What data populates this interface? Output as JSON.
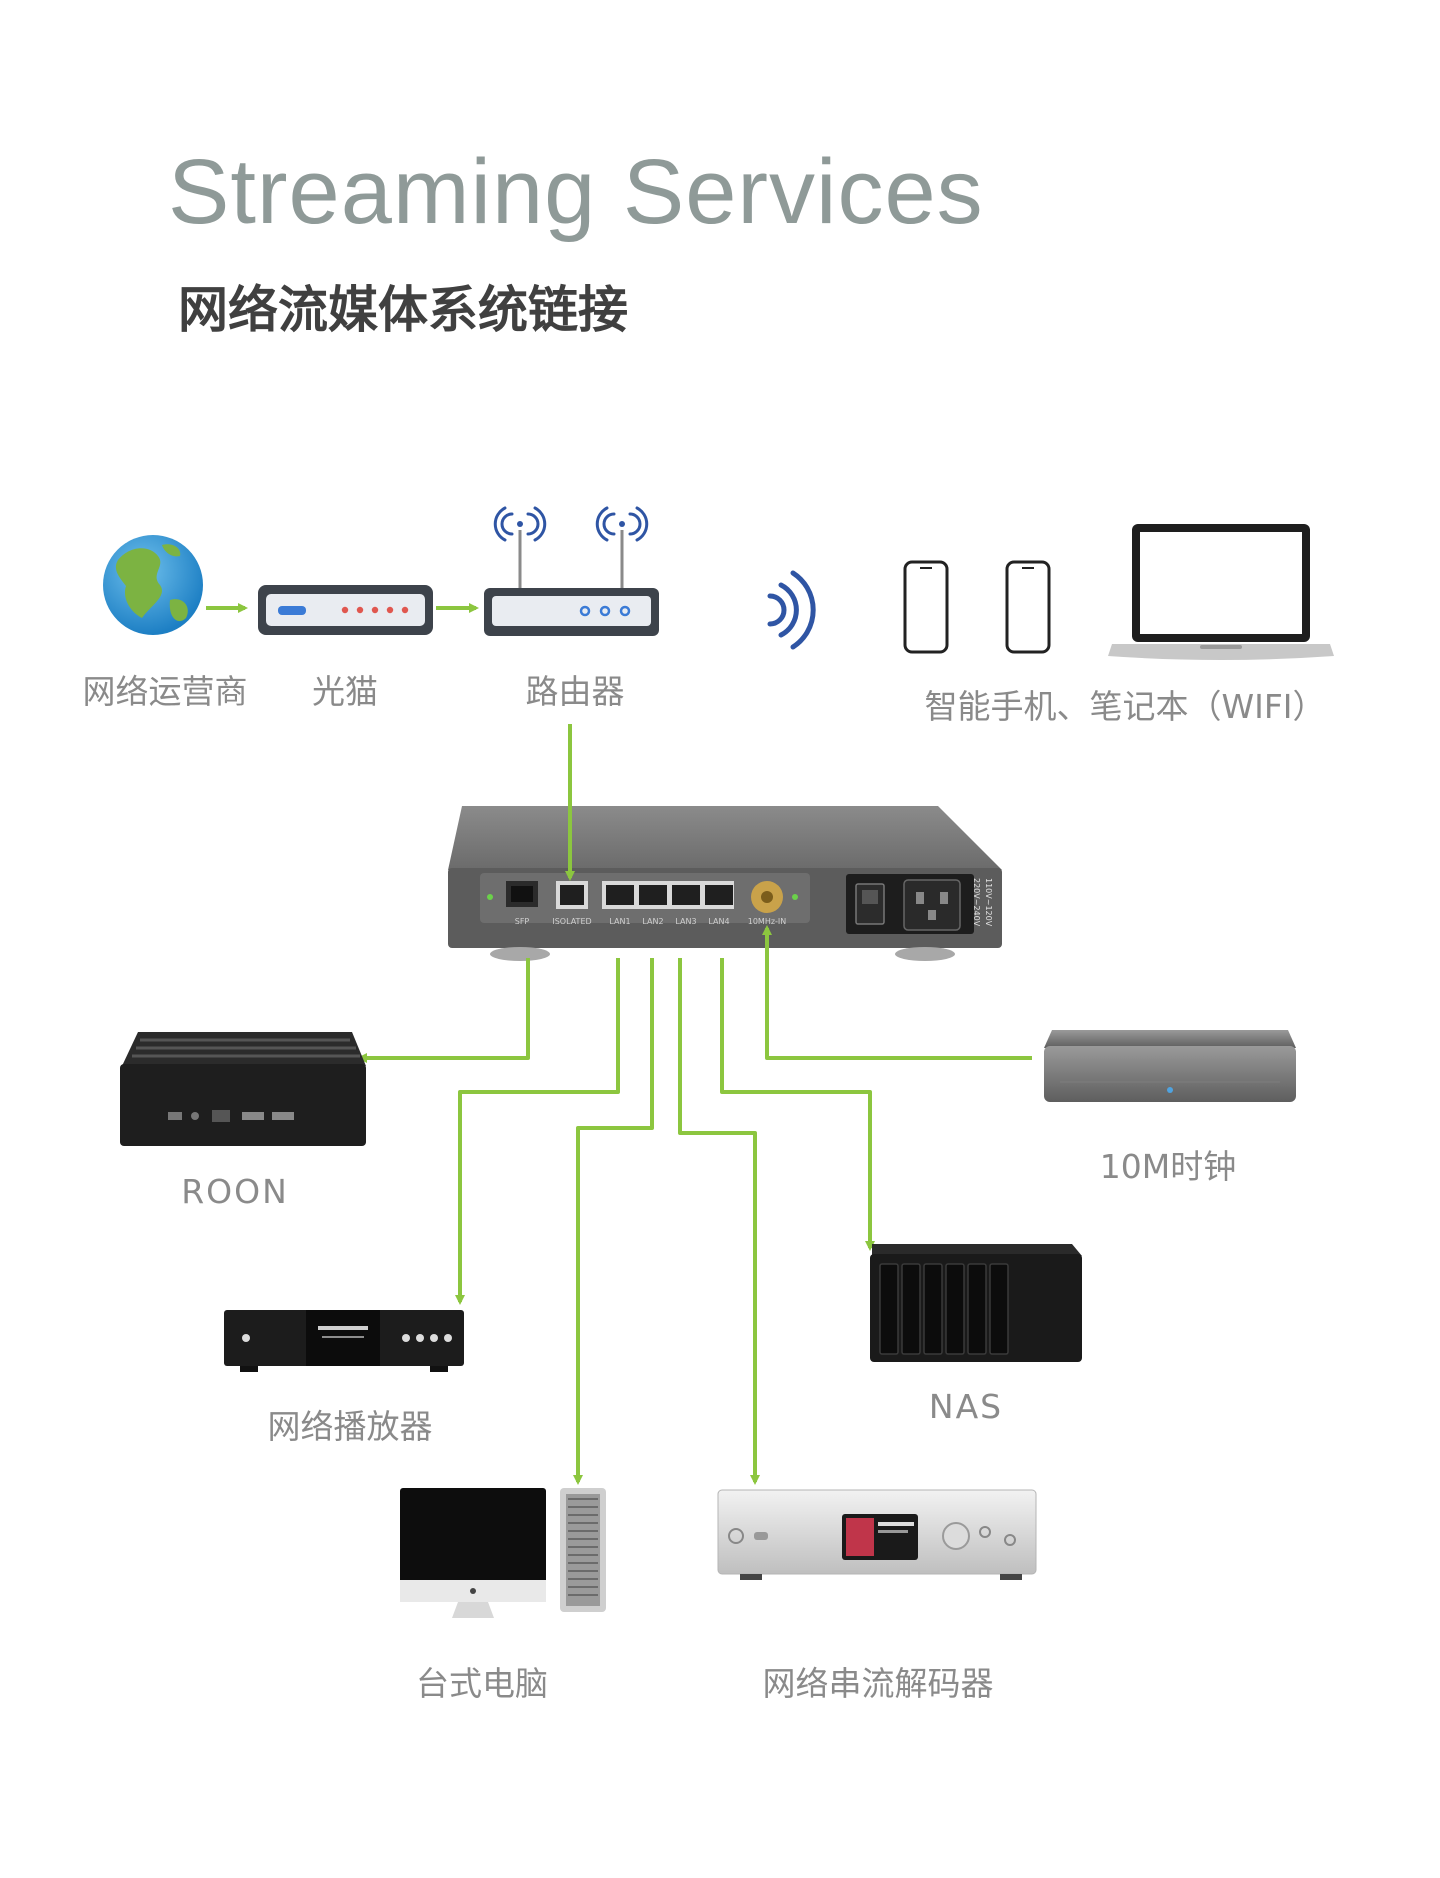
{
  "title": "Streaming Services",
  "subtitle": "网络流媒体系统链接",
  "colors": {
    "title": "#8f9a98",
    "label": "#8a8a8a",
    "link_green": "#8cc63f",
    "wifi_blue": "#2f55a4"
  },
  "top_chain": {
    "isp": "网络运营商",
    "modem": "光猫",
    "router": "路由器",
    "wifi_devices": "智能手机、笔记本（WIFI）"
  },
  "switch_panel": {
    "port_labels": [
      "SFP",
      "ISOLATED",
      "LAN1",
      "LAN2",
      "LAN3",
      "LAN4",
      "10MHz-IN"
    ],
    "voltage": "110V~120V",
    "voltage2": "220V~240V"
  },
  "devices": {
    "roon": "ROON",
    "network_player": "网络播放器",
    "desktop": "台式电脑",
    "dac": "网络串流解码器",
    "nas": "NAS",
    "clock": "10M时钟"
  },
  "icons": [
    "globe-icon",
    "modem-icon",
    "router-icon",
    "wifi-signal-icon",
    "smartphone-icon",
    "laptop-icon",
    "switch-icon",
    "roon-server-icon",
    "network-player-icon",
    "monitor-icon",
    "tower-pc-icon",
    "dac-icon",
    "nas-icon",
    "master-clock-icon"
  ]
}
